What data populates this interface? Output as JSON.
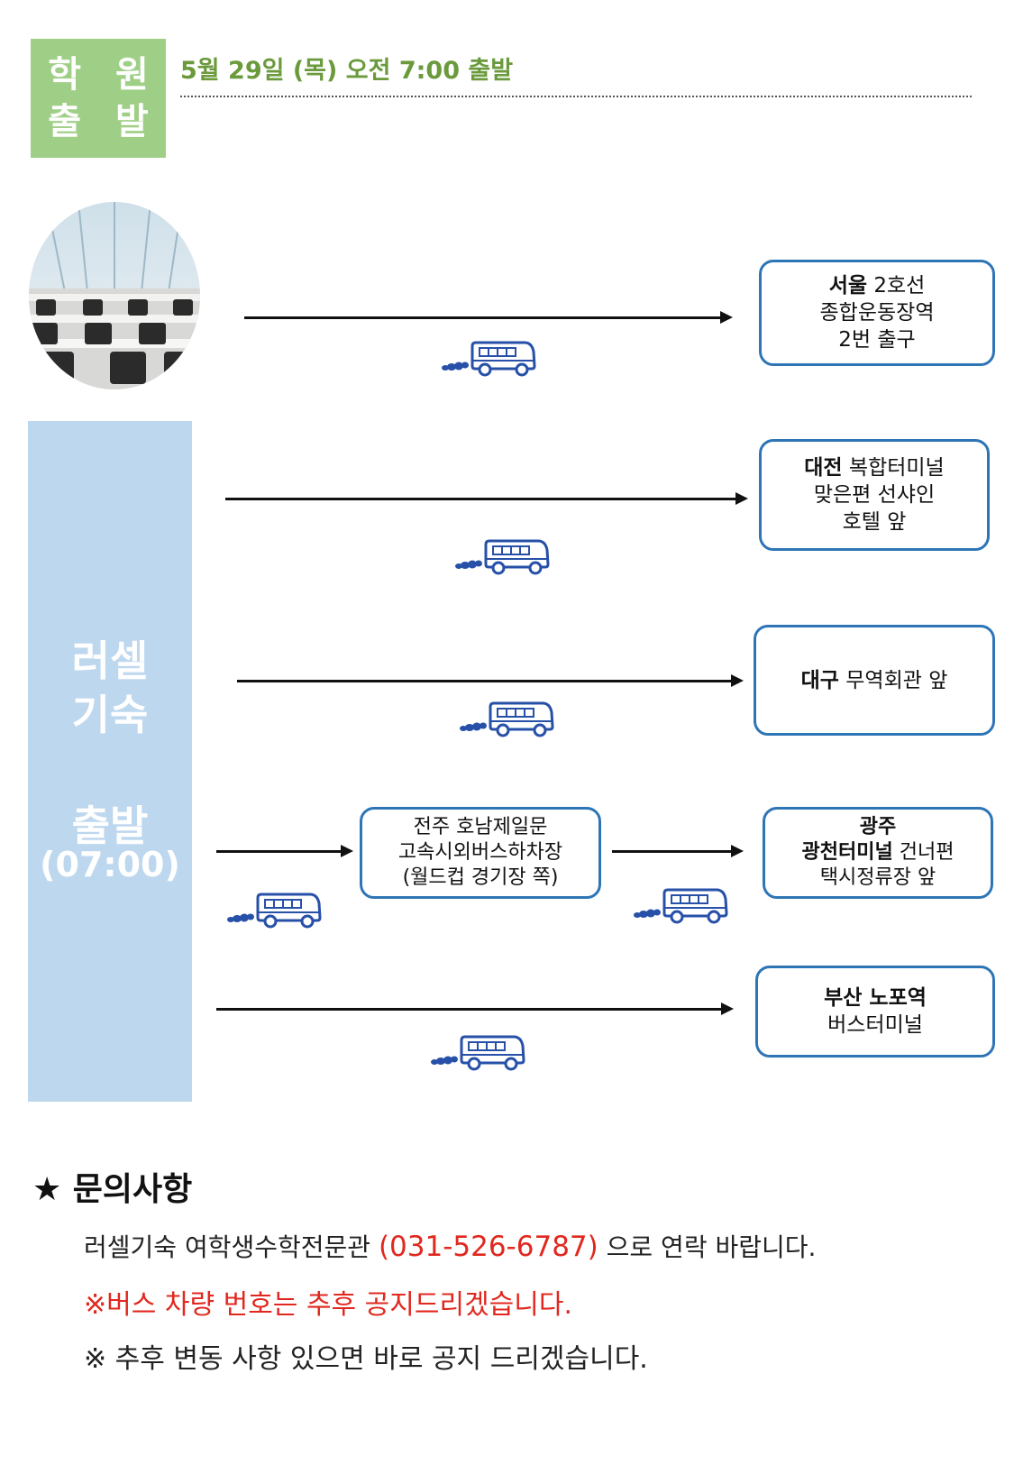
{
  "header": {
    "label_line1": "학 원",
    "label_line2": "출 발",
    "depart_datetime": "5월 29일 (목) 오전 7:00 출발"
  },
  "column": {
    "line1": "러셀",
    "line2": "기숙",
    "line3": "출발",
    "line4": "(07:00)"
  },
  "destinations": [
    {
      "bold": "서울",
      "rest": " 2호선",
      "line2": "종합운동장역",
      "line3": "2번 출구"
    },
    {
      "bold": "대전",
      "rest": " 복합터미널",
      "line2": "맞은편 선샤인",
      "line3": "호텔 앞"
    },
    {
      "bold": "대구",
      "rest": " 무역회관 앞"
    },
    {
      "line1": "전주 호남제일문",
      "line2": "고속시외버스하차장",
      "line3": "(월드컵 경기장 쪽)"
    },
    {
      "bold_line": "광주",
      "bold": "광천터미널",
      "rest": " 건너편",
      "line3": "택시정류장 앞"
    },
    {
      "bold": "부산 노포역",
      "line2": "버스터미널"
    }
  ],
  "inquiry": {
    "title": "★  문의사항",
    "line1_prefix": "러셀기숙 여학생수학전문관 ",
    "phone": "(031-526-6787)",
    "line1_suffix": " 으로 연락 바랍니다.",
    "notice_red": "※버스 차량 번호는 추후 공지드리겠습니다.",
    "notice": "※ 추후 변동 사항 있으면 바로 공지 드리겠습니다."
  },
  "colors": {
    "green_label": "#9fcf86",
    "date_text": "#6a9a3c",
    "blue_column": "#bdd7ee",
    "box_border": "#2e75b6",
    "bus_color": "#2750a8",
    "red_text": "#e0281f"
  }
}
